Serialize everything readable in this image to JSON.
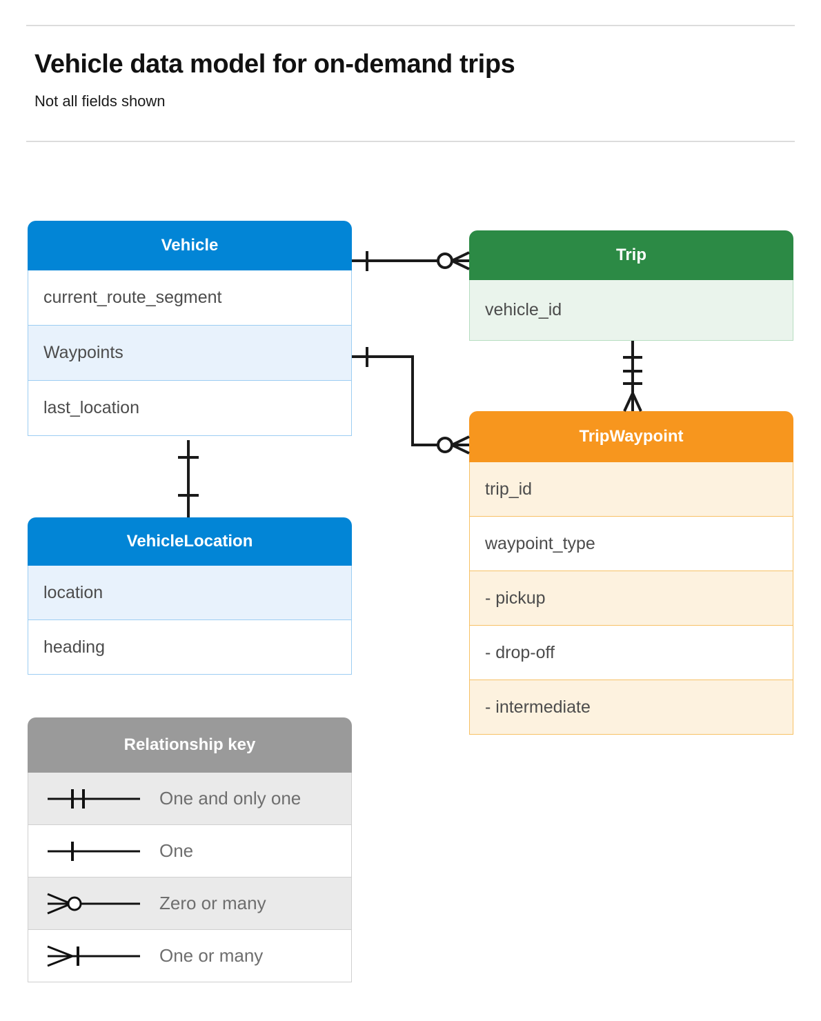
{
  "header": {
    "title": "Vehicle data model for on-demand trips",
    "subtitle": "Not all fields shown"
  },
  "colors": {
    "blue": "#0285d6",
    "green": "#2c8a45",
    "orange": "#f7961e",
    "gray": "#9a9a9a",
    "connector": "#1a1a1a",
    "text": "#4c4c4c"
  },
  "entities": [
    {
      "id": "vehicle",
      "name": "Vehicle",
      "theme": "blue",
      "fields": [
        {
          "label": "current_route_segment",
          "style": "plain"
        },
        {
          "label": "Waypoints",
          "style": "alt"
        },
        {
          "label": "last_location",
          "style": "plain"
        }
      ]
    },
    {
      "id": "trip",
      "name": "Trip",
      "theme": "green",
      "fields": [
        {
          "label": "vehicle_id",
          "style": "alt"
        }
      ]
    },
    {
      "id": "tripwaypoint",
      "name": "TripWaypoint",
      "theme": "orange",
      "fields": [
        {
          "label": "trip_id",
          "style": "alt"
        },
        {
          "label": "waypoint_type",
          "style": "plain"
        },
        {
          "label": "  -  pickup",
          "style": "alt"
        },
        {
          "label": "  -  drop-off",
          "style": "plain"
        },
        {
          "label": "  -  intermediate",
          "style": "alt"
        }
      ]
    },
    {
      "id": "vehiclelocation",
      "name": "VehicleLocation",
      "theme": "blue",
      "fields": [
        {
          "label": "location",
          "style": "alt"
        },
        {
          "label": "heading",
          "style": "plain"
        }
      ]
    }
  ],
  "legend": {
    "title": "Relationship key",
    "rows": [
      {
        "symbol": "one-and-only-one-icon",
        "label": "One and only one",
        "style": "alt"
      },
      {
        "symbol": "one-icon",
        "label": "One",
        "style": "plain"
      },
      {
        "symbol": "zero-or-many-icon",
        "label": "Zero or many",
        "style": "alt"
      },
      {
        "symbol": "one-or-many-icon",
        "label": "One or many",
        "style": "plain"
      }
    ]
  },
  "relationships": [
    {
      "id": "vehicle-to-trip",
      "from": "Vehicle",
      "to": "Trip",
      "from_cardinality": "One",
      "to_cardinality": "Zero or many"
    },
    {
      "id": "vehicle-waypoints-to-tripwaypoint",
      "from": "Vehicle.Waypoints",
      "to": "TripWaypoint",
      "from_cardinality": "One",
      "to_cardinality": "Zero or many"
    },
    {
      "id": "trip-to-tripwaypoint",
      "from": "Trip",
      "to": "TripWaypoint",
      "from_cardinality": "One and only one",
      "to_cardinality": "One or many"
    },
    {
      "id": "vehicle-to-vehiclelocation",
      "from": "Vehicle",
      "to": "VehicleLocation",
      "from_cardinality": "One",
      "to_cardinality": "One"
    }
  ]
}
